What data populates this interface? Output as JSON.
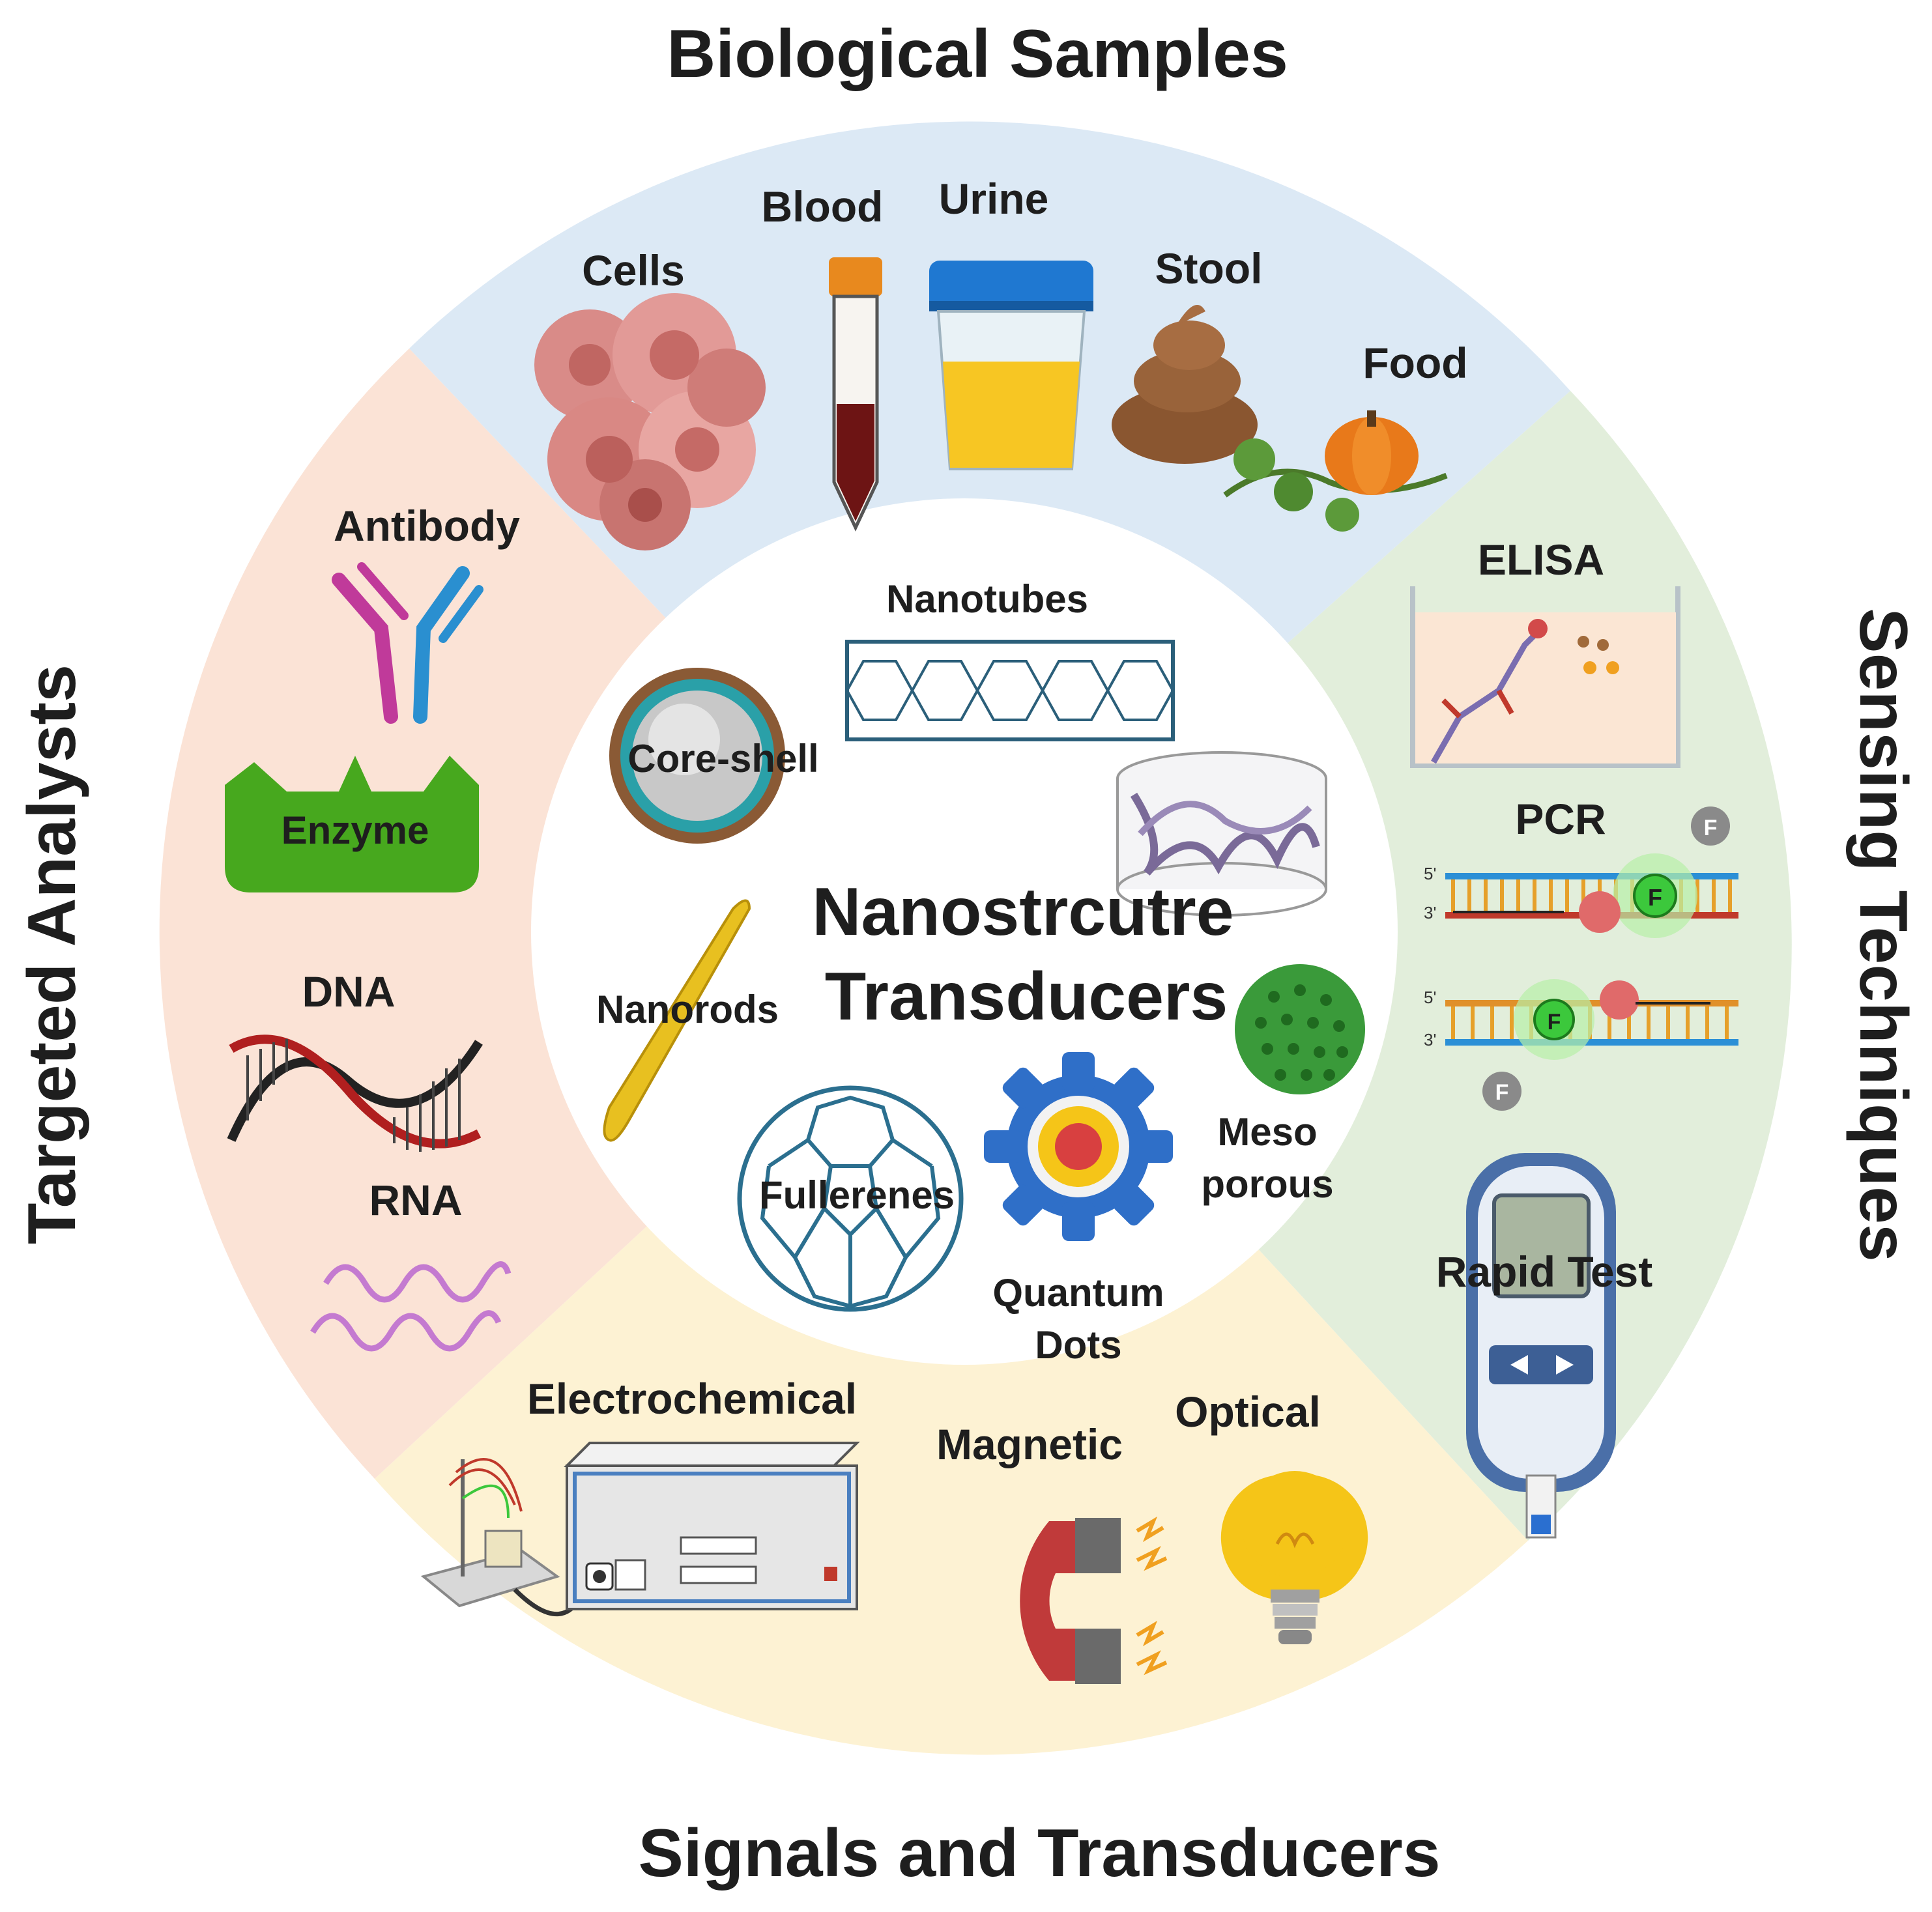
{
  "titles": {
    "top": "Biological Samples",
    "right": "Sensing Techniques",
    "bottom": "Signals and Transducers",
    "left": "Targeted Analysts"
  },
  "center": {
    "line1": "Nanostrcutre",
    "line2": "Transducers"
  },
  "samples": {
    "cells": "Cells",
    "blood": "Blood",
    "urine": "Urine",
    "stool": "Stool",
    "food": "Food"
  },
  "techniques": {
    "elisa": "ELISA",
    "pcr": "PCR",
    "rapid_test": "Rapid Test",
    "pcr_f": "F",
    "strand_5": "5'",
    "strand_3": "3'"
  },
  "signals": {
    "electrochemical": "Electrochemical",
    "magnetic": "Magnetic",
    "optical": "Optical"
  },
  "analysts": {
    "antibody": "Antibody",
    "enzyme": "Enzyme",
    "dna": "DNA",
    "rna": "RNA"
  },
  "nanostructures": {
    "nanotubes": "Nanotubes",
    "core_shell": "Core-shell",
    "nanorods": "Nanorods",
    "fullerenes": "Fullerenes",
    "meso_line1": "Meso",
    "meso_line2": "porous",
    "quantum_line1": "Quantum",
    "quantum_line2": "Dots"
  },
  "colors": {
    "samples_bg": "#dce9f5",
    "techniques_bg": "#e2eedb",
    "signals_bg": "#fdf2d3",
    "analysts_bg": "#fbe3d6",
    "center_bg": "#ffffff"
  }
}
